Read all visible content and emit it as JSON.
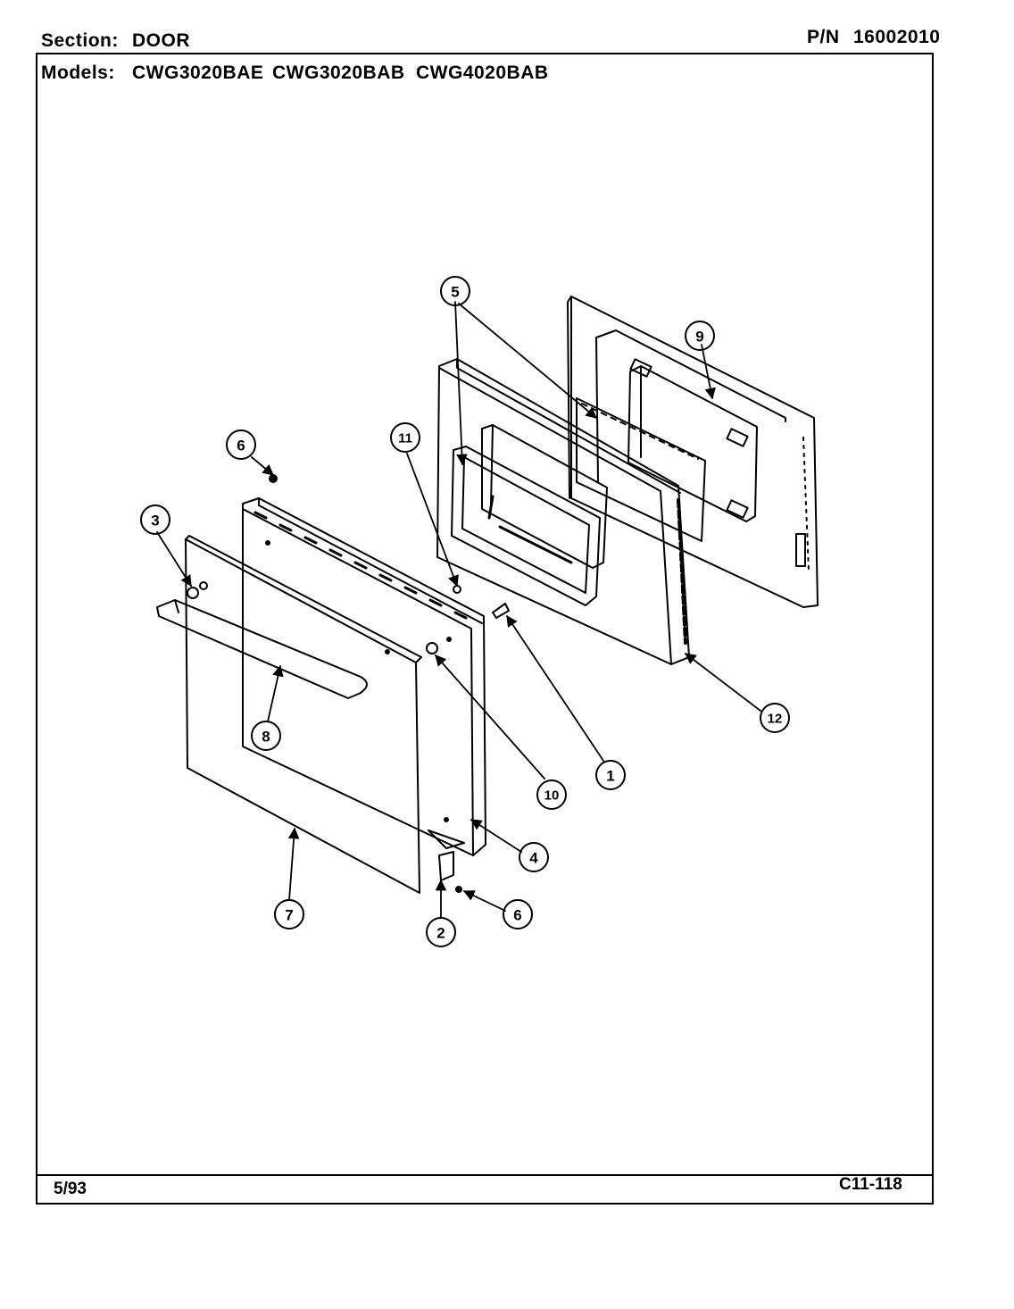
{
  "header": {
    "section_label": "Section:",
    "section_value": "DOOR",
    "pn_label": "P/N",
    "pn_value": "16002010",
    "models_label": "Models:",
    "models": [
      "CWG3020BAE",
      "CWG3020BAB",
      "CWG4020BAB"
    ]
  },
  "footer": {
    "date": "5/93",
    "code": "C11-118"
  },
  "callouts": [
    {
      "number": "1"
    },
    {
      "number": "2"
    },
    {
      "number": "3"
    },
    {
      "number": "4"
    },
    {
      "number": "5"
    },
    {
      "number": "6"
    },
    {
      "number": "6"
    },
    {
      "number": "7"
    },
    {
      "number": "8"
    },
    {
      "number": "9"
    },
    {
      "number": "10"
    },
    {
      "number": "11"
    },
    {
      "number": "12"
    }
  ]
}
